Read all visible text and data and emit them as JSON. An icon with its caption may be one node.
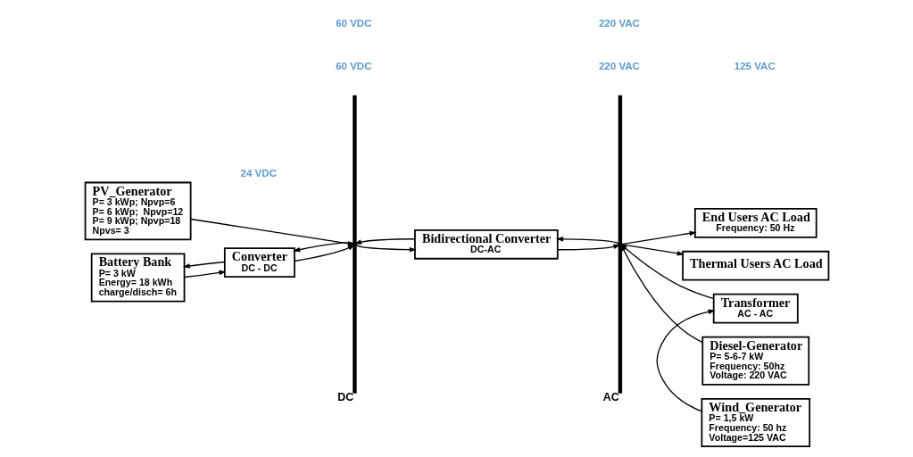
{
  "diagram": {
    "nodes": [
      {
        "text": [
          "PV_Generator",
          "P= 3 kWp; Npvp=6",
          "P= 6 kWp;  Npvp=12",
          "P= 9 kWp; Npvp=18",
          "Npvs= 3"
        ]
      },
      {
        "text": [
          "DC"
        ]
      },
      {
        "text": [
          "AC"
        ]
      },
      {
        "text": [
          "Transformer",
          "AC - AC"
        ]
      },
      {
        "text": [
          "Wind_Generator",
          "P= 1,5 kW",
          "Frequency: 50 hz",
          "Voltage=125 VAC"
        ]
      },
      {
        "text": [
          "Diesel-Generator",
          "P= 5-6-7 kW",
          "Frequency: 50hz",
          "Voltage: 220 VAC"
        ]
      },
      {
        "text": [
          "Bidirectional Converter",
          "DC-AC"
        ]
      },
      {
        "text": [
          "Battery Bank",
          "P= 3 kW",
          "Energy= 18 kWh",
          "charge/disch= 6h"
        ]
      },
      {
        "text": [
          "Converter",
          "DC - DC"
        ]
      },
      {
        "text": [
          "End Users AC Load",
          "Frequency: 50 Hz"
        ]
      },
      {
        "text": [
          "Thermal Users AC Load"
        ]
      }
    ],
    "edges": [
      {
        "from": 0,
        "to": 1,
        "arrow": "to"
      },
      {
        "from": 4,
        "to": 3,
        "arrow": "to"
      },
      {
        "from": 3,
        "to": 2,
        "arrow": "to"
      },
      {
        "from": 5,
        "to": 2,
        "arrow": "to"
      },
      {
        "from": 1,
        "to": 6,
        "arrow": "to"
      },
      {
        "from": 2,
        "to": 6,
        "arrow": "to"
      },
      {
        "from": 6,
        "to": 1,
        "arrow": "to"
      },
      {
        "from": 6,
        "to": 2,
        "arrow": "to"
      },
      {
        "from": 1,
        "to": 8,
        "arrow": "to"
      },
      {
        "from": 8,
        "to": 7,
        "arrow": "to"
      },
      {
        "from": 7,
        "to": 8,
        "arrow": "to"
      },
      {
        "from": 8,
        "to": 1,
        "arrow": "to"
      },
      {
        "from": 2,
        "to": 9,
        "arrow": "to"
      },
      {
        "from": 2,
        "to": 10,
        "arrow": "to"
      }
    ],
    "labels": [
      "60 VDC",
      "220 VAC",
      "125 VAC",
      "24 VDC",
      "60 VDC",
      "220 VAC"
    ]
  }
}
